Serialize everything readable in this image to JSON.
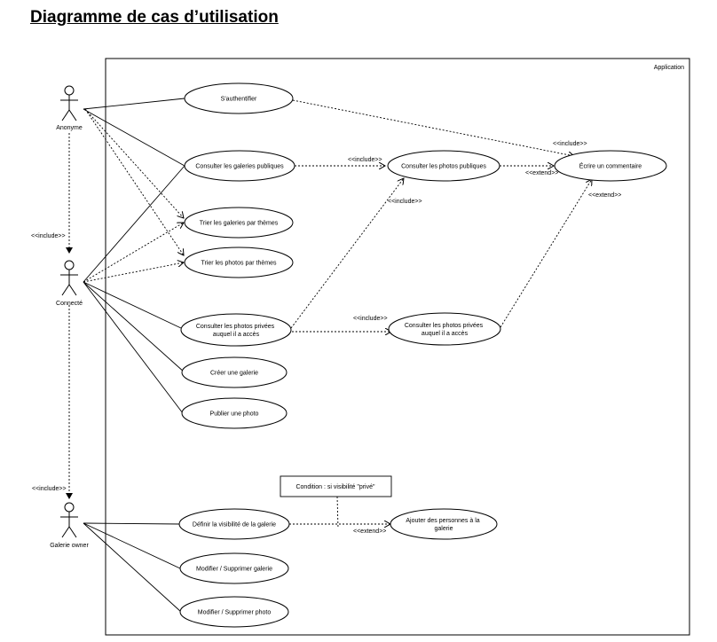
{
  "title": "Diagramme de cas d’utilisation",
  "system": {
    "label": "Application"
  },
  "actors": {
    "anonyme": "Anonyme",
    "connecte": "Connecté",
    "owner": "Galerie owner"
  },
  "use_cases": {
    "authentifier": [
      "S'authentifier"
    ],
    "galeries_publiques": [
      "Consulter les galeries publiques"
    ],
    "photos_publiques": [
      "Consulter les photos publiques"
    ],
    "commentaire": [
      "Écrire un commentaire"
    ],
    "trier_galeries": [
      "Trier les galeries par thèmes"
    ],
    "trier_photos": [
      "Trier les photos par thèmes"
    ],
    "photos_privees_left": [
      "Consulter les photos privées",
      "auquel il a accès"
    ],
    "photos_privees_right": [
      "Consulter les photos privées",
      "auquel il a accès"
    ],
    "creer_galerie": [
      "Créer une galerie"
    ],
    "publier_photo": [
      "Publier une photo"
    ],
    "visibilite": [
      "Définir la visibilité de la galerie"
    ],
    "ajouter_personnes": [
      "Ajouter des personnes à la",
      "galerie"
    ],
    "modifier_galerie": [
      "Modifier / Supprimer galerie"
    ],
    "modifier_photo": [
      "Modifier / Supprimer photo"
    ]
  },
  "note": {
    "text": "Condition : si visibilité \"privé\""
  },
  "stereotypes": {
    "include": "<<include>>",
    "extend": "<<extend>>"
  }
}
